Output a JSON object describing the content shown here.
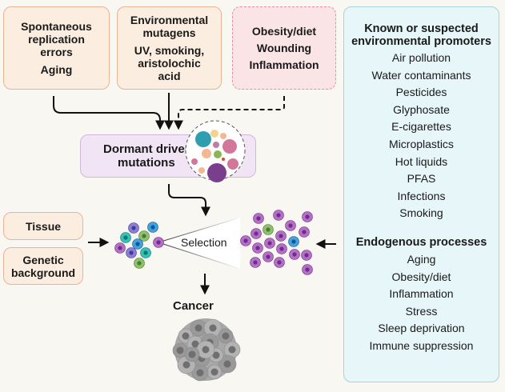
{
  "top_boxes": {
    "spontaneous": {
      "lines": [
        "Spontaneous",
        "replication",
        "errors"
      ],
      "sub": "Aging"
    },
    "environmental": {
      "lines": [
        "Environmental",
        "mutagens"
      ],
      "sub_lines": [
        "UV, smoking,",
        "aristolochic",
        "acid"
      ]
    },
    "promoting": {
      "items": [
        "Obesity/diet",
        "Wounding",
        "Inflammation"
      ]
    }
  },
  "dormant": {
    "lines": [
      "Dormant driver",
      "mutations"
    ]
  },
  "left_boxes": {
    "tissue": "Tissue",
    "genetic": {
      "lines": [
        "Genetic",
        "background"
      ]
    }
  },
  "selection_label": "Selection",
  "cancer_label": "Cancer",
  "right_panel": {
    "environmental_heading": [
      "Known or suspected",
      "environmental promoters"
    ],
    "environmental_items": [
      "Air pollution",
      "Water contaminants",
      "Pesticides",
      "Glyphosate",
      "E-cigarettes",
      "Microplastics",
      "Hot liquids",
      "PFAS",
      "Infections",
      "Smoking"
    ],
    "endogenous_heading": "Endogenous processes",
    "endogenous_items": [
      "Aging",
      "Obesity/diet",
      "Inflammation",
      "Stress",
      "Sleep deprivation",
      "Immune suppression"
    ]
  },
  "colors": {
    "peach_fill": "#fbeee1",
    "peach_border": "#eab496",
    "pink_fill": "#fbe4e6",
    "pink_border": "#e0929e",
    "lavender_fill": "#f1e4f4",
    "blue_fill": "#e6f6f9",
    "cell_purple": "#b471c2",
    "cell_blue": "#4aa0d6",
    "cell_teal": "#3cbfb0",
    "cell_green": "#8fc06a",
    "cell_indigo": "#8a7fd0"
  }
}
